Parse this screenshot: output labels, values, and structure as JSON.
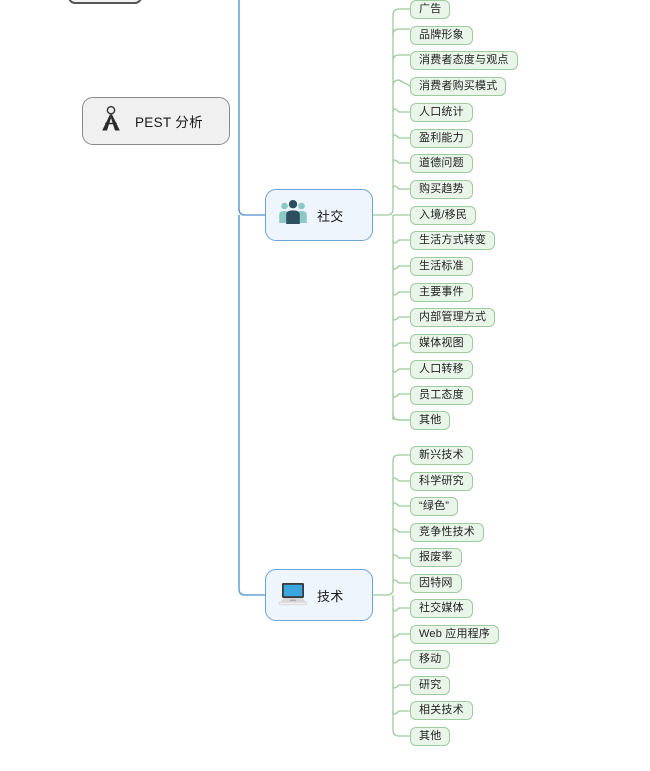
{
  "diagram": {
    "type": "mind-map",
    "title_node": {
      "label": "PEST 分析",
      "icon": "compass-icon"
    },
    "colors": {
      "root_border": "#8a8a8a",
      "root_fill": "#f0f0f0",
      "branch_border": "#6ba3d6",
      "branch_fill": "#eef5fc",
      "leaf_border": "#9ccb9c",
      "leaf_fill": "#eaf5ea",
      "link_blue": "#6ba3d6",
      "link_green": "#9ccb9c"
    },
    "clipped_node": {
      "label": ""
    },
    "branches": [
      {
        "id": "social",
        "label": "社交",
        "icon": "people-group-icon",
        "leaves": [
          {
            "label": "广告"
          },
          {
            "label": "品牌形象"
          },
          {
            "label": "消费者态度与观点"
          },
          {
            "label": "消费者购买模式"
          },
          {
            "label": "人口统计"
          },
          {
            "label": "盈利能力"
          },
          {
            "label": "道德问题"
          },
          {
            "label": "购买趋势"
          },
          {
            "label": "入境/移民"
          },
          {
            "label": "生活方式转变"
          },
          {
            "label": "生活标准"
          },
          {
            "label": "主要事件"
          },
          {
            "label": "内部管理方式"
          },
          {
            "label": "媒体视图"
          },
          {
            "label": "人口转移"
          },
          {
            "label": "员工态度"
          },
          {
            "label": "其他"
          }
        ]
      },
      {
        "id": "tech",
        "label": "技术",
        "icon": "laptop-icon",
        "leaves": [
          {
            "label": "新兴技术"
          },
          {
            "label": "科学研究"
          },
          {
            "label": "“绿色”"
          },
          {
            "label": "竞争性技术"
          },
          {
            "label": "报废率"
          },
          {
            "label": "因特网"
          },
          {
            "label": "社交媒体"
          },
          {
            "label": "Web 应用程序"
          },
          {
            "label": "移动"
          },
          {
            "label": "研究"
          },
          {
            "label": "相关技术"
          },
          {
            "label": "其他"
          }
        ]
      }
    ]
  }
}
